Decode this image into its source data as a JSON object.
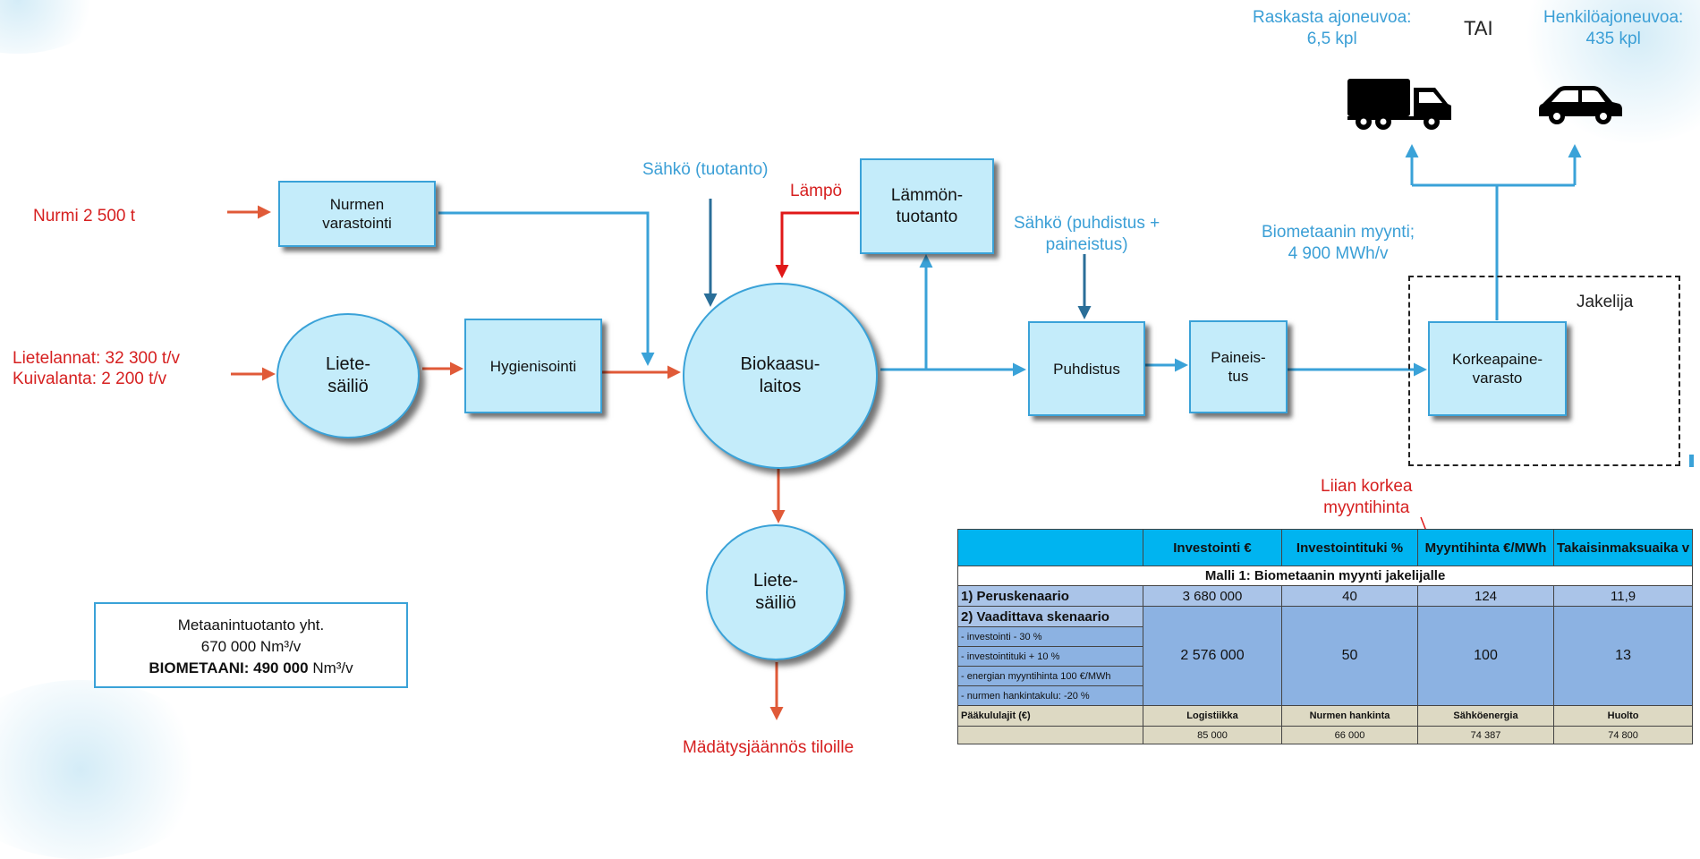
{
  "inputs": {
    "nurmi": "Nurmi  2 500 t",
    "lietelannat": "Lietelannat: 32 300 t/v",
    "kuivalanta": "Kuivalanta: 2 200 t/v"
  },
  "nodes": {
    "nurmen_varastointi": "Nurmen\nvarastointi",
    "lietesailio_in": "Liete-\nsäiliö",
    "hygienisointi": "Hygienisointi",
    "biokaasulaitos": "Biokaasu-\nlaitos",
    "lammontuotanto": "Lämmön-\ntuotanto",
    "lietesailio_out": "Liete-\nsäiliö",
    "puhdistus": "Puhdistus",
    "paineistus": "Paineis-\ntus",
    "korkeapainevarasto": "Korkeapaine-\nvarasto"
  },
  "labels": {
    "sahko_tuotanto": "Sähkö (tuotanto)",
    "lampo": "Lämpö",
    "sahko_puhdistus": "Sähkö (puhdistus +\npaineistus)",
    "biometaani_myynti": "Biometaanin myynti;\n4 900 MWh/v",
    "jakelija": "Jakelija",
    "raskasta": "Raskasta ajoneuvoa:\n6,5 kpl",
    "tai": "TAI",
    "henkilo": "Henkilöajoneuvoa:\n435 kpl",
    "madatysjaannos": "Mädätysjäännös tiloille",
    "liian_korkea": "Liian korkea\nmyyntihinta"
  },
  "info": {
    "line1": "Metaanintuotanto yht.",
    "line2_value": "670 000",
    "line2_unit": " Nm³/v",
    "line3_label": "BIOMETAANI: 490 000",
    "line3_unit": " Nm³/v"
  },
  "table": {
    "headers": [
      "",
      "Investointi\n€",
      "Investointituki\n%",
      "Myyntihinta\n€/MWh",
      "Takaisinmaksuaika\nv"
    ],
    "model_row": "Malli 1: Biometaanin myynti jakelijalle",
    "scenario1": [
      "1) Peruskenaario",
      "3 680 000",
      "40",
      "124",
      "11,9"
    ],
    "scenario2_label": "2) Vaadittava skenaario",
    "scenario2_items": [
      "- investointi - 30 %",
      "- investointituki + 10 %",
      "- energian myyntihinta 100 €/MWh",
      "- nurmen hankintakulu: -20 %"
    ],
    "scenario2_values": [
      "2 576 000",
      "50",
      "100",
      "13"
    ],
    "costs_header": [
      "Pääkululajit (€)",
      "Logistiikka",
      "Nurmen hankinta",
      "Sähköenergia",
      "Huolto"
    ],
    "costs_values": [
      "",
      "85 000",
      "66 000",
      "74 387",
      "74 800"
    ]
  },
  "colors": {
    "red_arrow": "#e05a38",
    "blue_arrow": "#3aa2d8",
    "dark_arrow": "#2a6e98",
    "box_fill": "#c4ecfa",
    "table_header": "#00b4f0"
  },
  "icons": [
    "truck-icon",
    "car-icon"
  ]
}
